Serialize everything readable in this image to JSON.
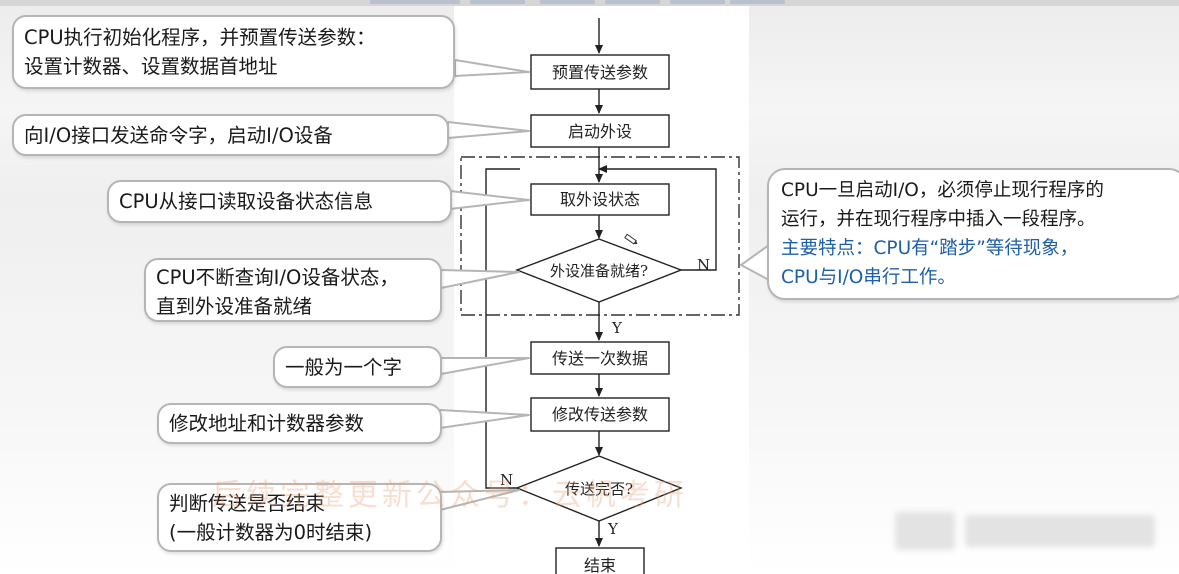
{
  "flowchart": {
    "nodes": {
      "preset": "预置传送参数",
      "start_device": "启动外设",
      "read_status": "取外设状态",
      "ready_check": "外设准备就绪?",
      "transfer": "传送一次数据",
      "modify": "修改传送参数",
      "done_check": "传送完否?",
      "end": "结束"
    },
    "labels": {
      "ready_no": "N",
      "ready_yes": "Y",
      "done_no": "N",
      "done_yes": "Y"
    }
  },
  "callouts": {
    "preset": [
      "CPU执行初始化程序，并预置传送参数：",
      "设置计数器、设置数据首地址"
    ],
    "start_device": [
      "向I/O接口发送命令字，启动I/O设备"
    ],
    "read_status": [
      "CPU从接口读取设备状态信息"
    ],
    "ready_check": [
      "CPU不断查询I/O设备状态，",
      "直到外设准备就绪"
    ],
    "transfer": [
      "一般为一个字"
    ],
    "modify": [
      "修改地址和计数器参数"
    ],
    "done_check": [
      "判断传送是否结束",
      "(一般计数器为0时结束)"
    ],
    "right_note": {
      "line1": "CPU一旦启动I/O，必须停止现行程序的",
      "line2": "运行，并在现行程序中插入一段程序。",
      "highlight1": "主要特点：CPU有“踏步”等待现象，",
      "highlight2": "CPU与I/O串行工作。"
    }
  },
  "watermark": "后续完整更新公众号：云帆考研",
  "colors": {
    "highlight_text": "#1f5fa8",
    "callout_border": "#b5b5b5",
    "line": "#222222"
  }
}
